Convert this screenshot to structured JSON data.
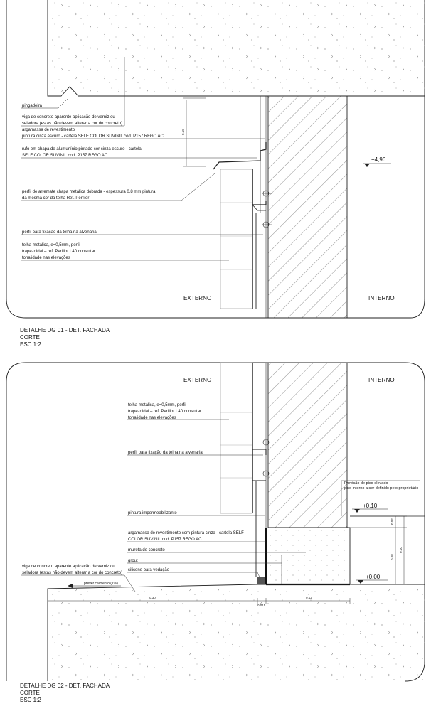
{
  "detail1": {
    "callouts": [
      "pingadeira",
      "viga de concreto aparente aplicação de verniz ou",
      "seladora (estas não devem alterar a cor do concreto)",
      "argamassa de revestimento",
      "pintura cinza escuro - cartela SELF COLOR SUVINIL cod. P157 RFGO AC",
      "rufo em chapa de alumunínio pintado cor cinza escuro - cartela",
      "SELF COLOR SUVINIL cod. P157 RFGO AC",
      "perfil de arremate chapa metálica dobrada - espessura 0,8 mm pintura",
      "da mesma cor da telha Ref. Perfilor",
      "perfil para fixação da telha na alvenaria",
      "telha metálica, e=0,5mm, perfil",
      "trapezoidal – ref. Perfilor L40 consultar",
      "tonalidade nas elevações"
    ],
    "level": "+4,96",
    "dim_vertical": "0.10",
    "side_external": "EXTERNO",
    "side_internal": "INTERNO",
    "caption": [
      "DETALHE DG 01 - DET. FACHADA",
      "CORTE",
      "ESC 1:2"
    ]
  },
  "detail2": {
    "side_external": "EXTERNO",
    "side_internal": "INTERNO",
    "callouts": [
      "telha metálica, e=0,5mm, perfil",
      "trapezoidal – ref. Perfilor L40 consultar",
      "tonalidade nas elevações",
      "perfil para fixação da telha na alvenaria",
      "pintura impermeabilizante",
      "argamassa de revestimento com pintura cinza - cartela SELF",
      "COLOR SUVINIL cod. P157 RFGO AC",
      "mureta de concreto",
      "grout",
      "silicone para vedação",
      "viga de concreto aparente aplicação de verniz ou",
      "seladora (estas não devem alterar a cor do concreto)"
    ],
    "note_floor": [
      "Previsão de piso elevado",
      "piso interno a ser definido pelo proprietário"
    ],
    "slope_note": "prever caimento (1%)",
    "level_top": "+0,10",
    "level_bottom": "+0,00",
    "dims": [
      "0.30",
      "0.015",
      "0.12",
      "0.02",
      "0.08",
      "0.10"
    ],
    "caption": [
      "DETALHE DG 02 - DET. FACHADA",
      "CORTE",
      "ESC 1:2"
    ]
  }
}
